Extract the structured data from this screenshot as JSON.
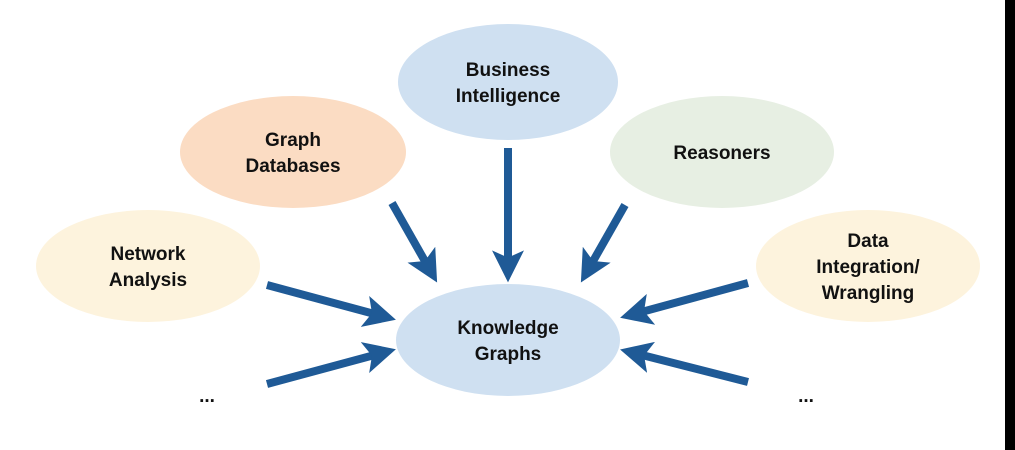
{
  "colors": {
    "arrow": "#1f5a96",
    "blue": "#cfe0f1",
    "orange": "#fbdcc3",
    "green": "#e7efe3",
    "cream": "#fdf3dd",
    "text": "#111111"
  },
  "nodes": {
    "center": {
      "id": "knowledge-graphs",
      "lines": [
        "Knowledge",
        "Graphs"
      ],
      "color": "blue"
    },
    "business_intelligence": {
      "id": "business-intelligence",
      "lines": [
        "Business",
        "Intelligence"
      ],
      "color": "blue"
    },
    "graph_databases": {
      "id": "graph-databases",
      "lines": [
        "Graph",
        "Databases"
      ],
      "color": "orange"
    },
    "reasoners": {
      "id": "reasoners",
      "lines": [
        "Reasoners"
      ],
      "color": "green"
    },
    "network_analysis": {
      "id": "network-analysis",
      "lines": [
        "Network",
        "Analysis"
      ],
      "color": "cream"
    },
    "data_integration": {
      "id": "data-integration-wrangling",
      "lines": [
        "Data",
        "Integration/",
        "Wrangling"
      ],
      "color": "cream"
    }
  },
  "ellipsis": {
    "left": "...",
    "right": "..."
  },
  "edges": [
    {
      "from": "business-intelligence",
      "to": "knowledge-graphs"
    },
    {
      "from": "graph-databases",
      "to": "knowledge-graphs"
    },
    {
      "from": "reasoners",
      "to": "knowledge-graphs"
    },
    {
      "from": "network-analysis",
      "to": "knowledge-graphs"
    },
    {
      "from": "data-integration-wrangling",
      "to": "knowledge-graphs"
    },
    {
      "from": "ellipsis-left",
      "to": "knowledge-graphs"
    },
    {
      "from": "ellipsis-right",
      "to": "knowledge-graphs"
    }
  ]
}
